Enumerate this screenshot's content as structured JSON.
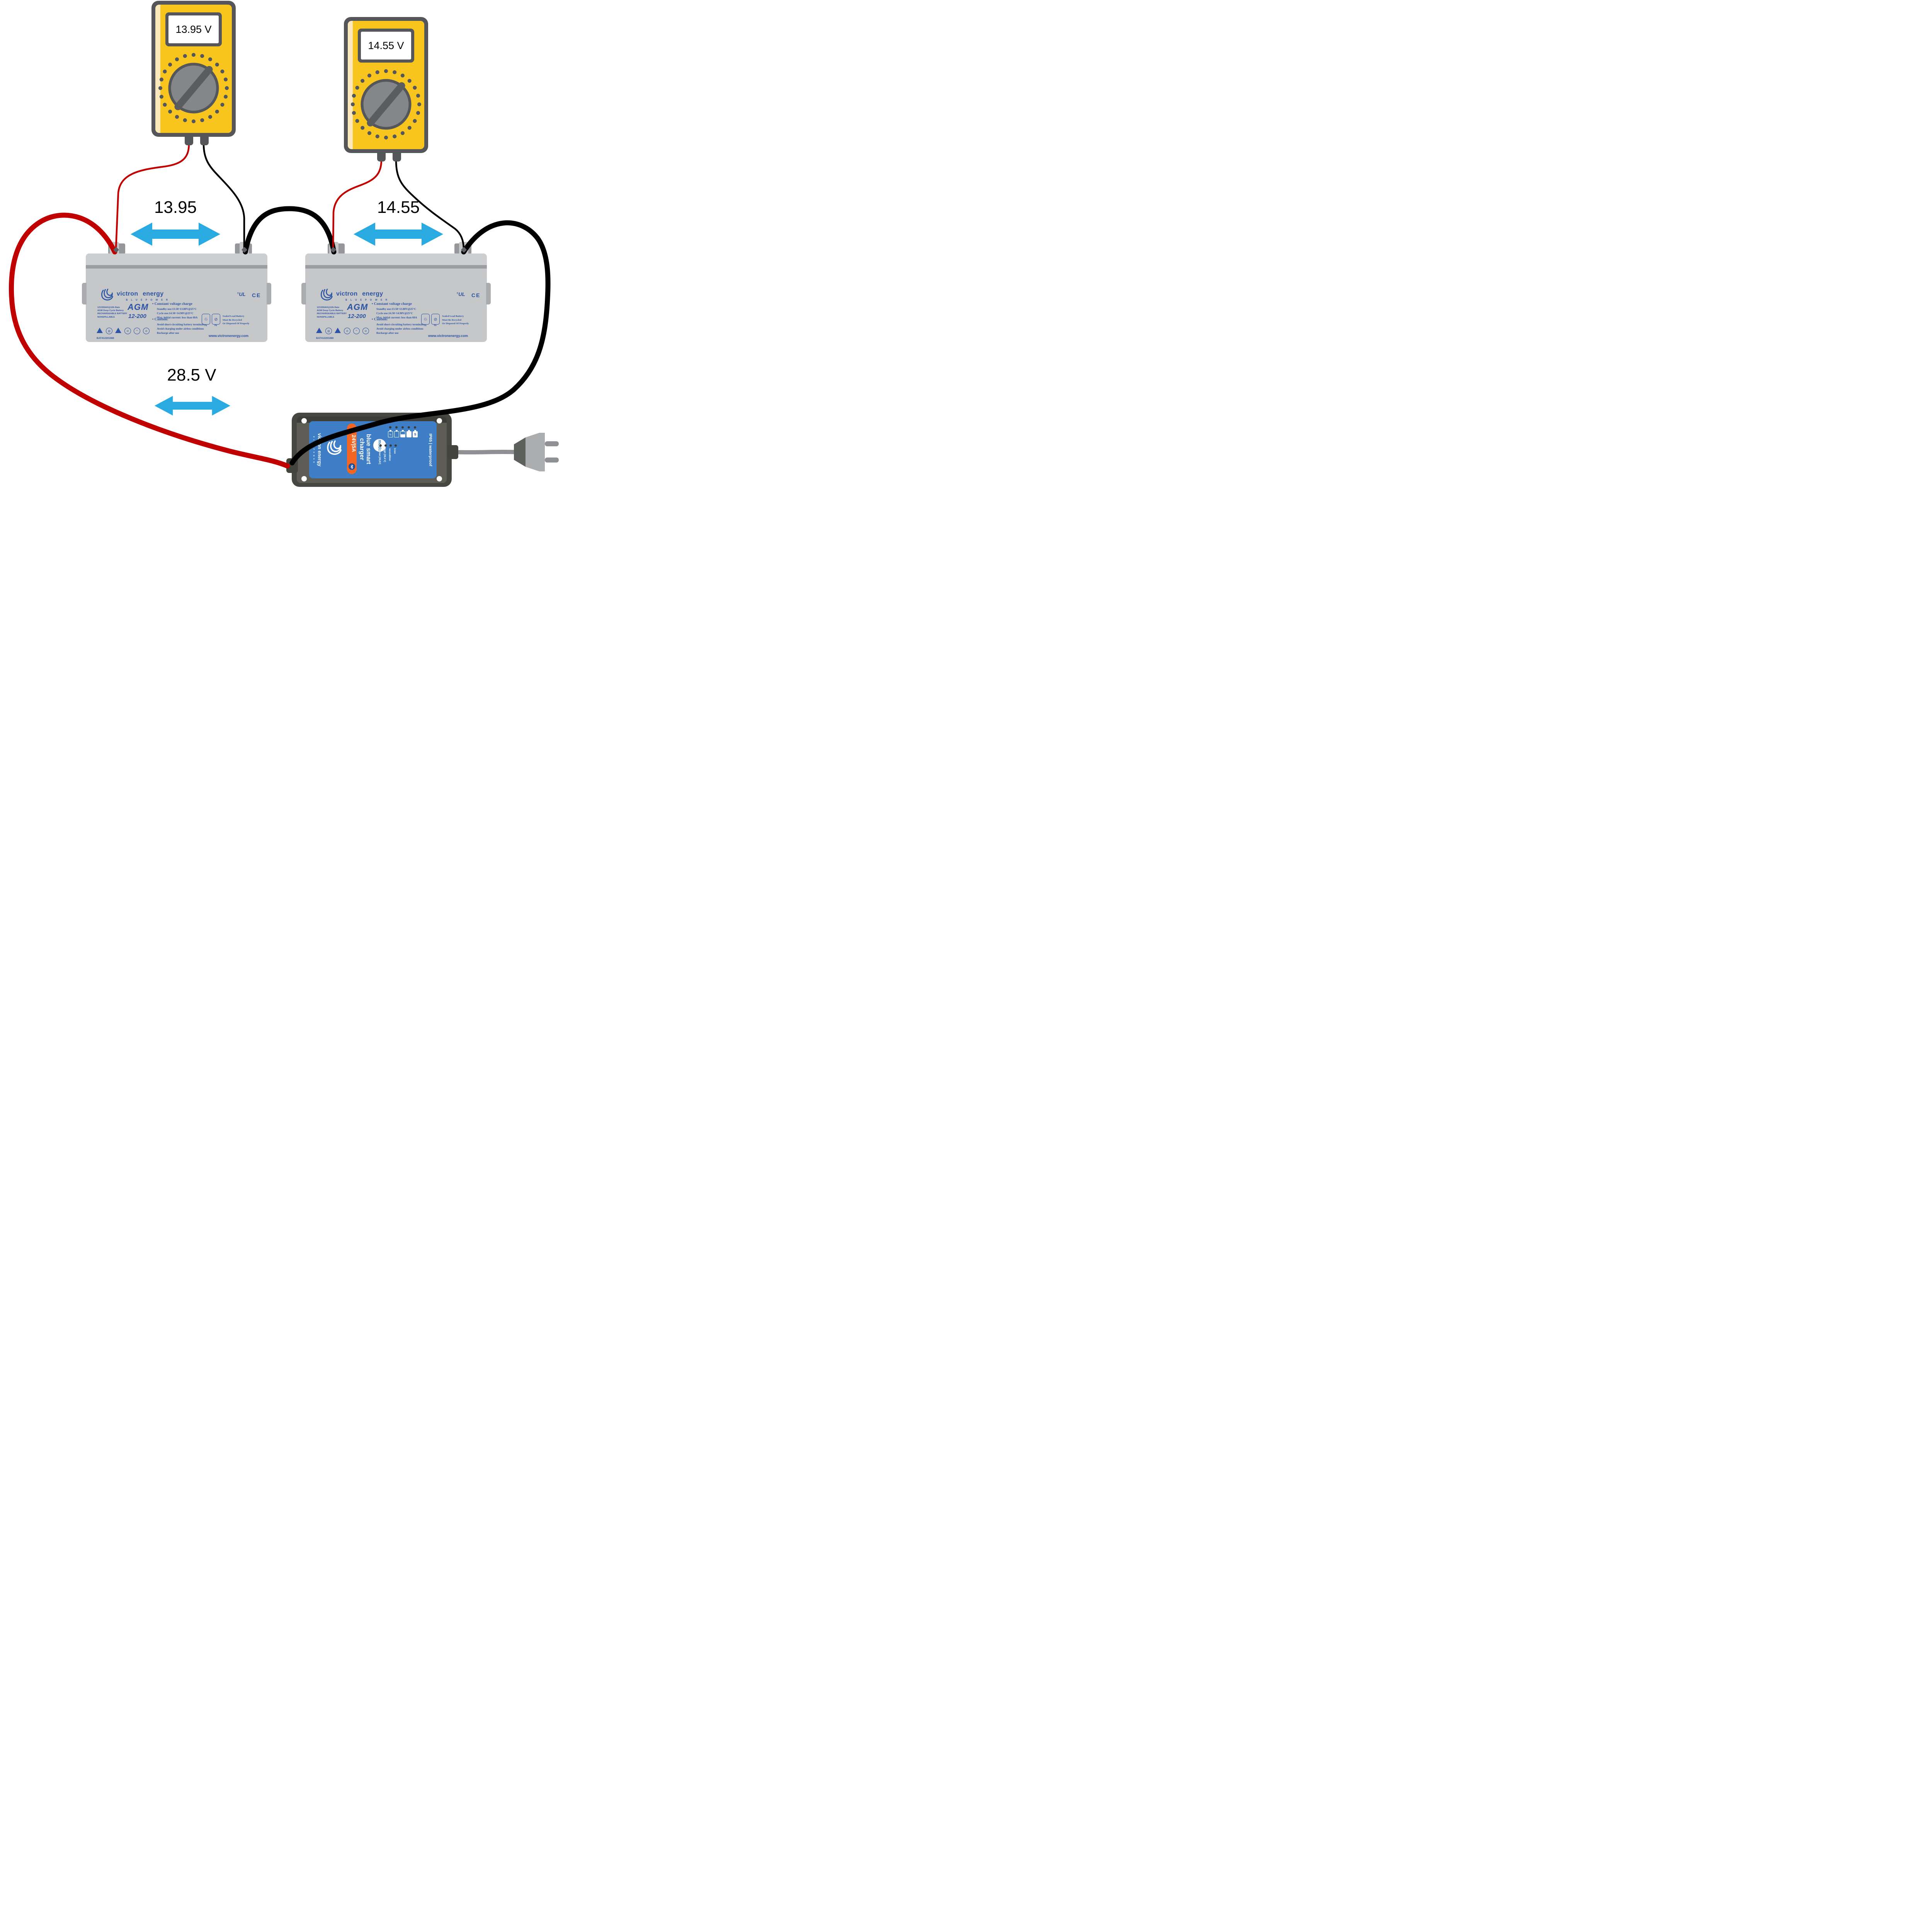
{
  "colors": {
    "accent_arrow": "#29ABE2",
    "wire_red": "#C00000",
    "wire_black": "#000000",
    "victron_blue": "#2B54A5",
    "charger_label_blue": "#3D7EC6",
    "charger_orange": "#F26522",
    "meter_yellow": "#F7C51D",
    "charger_body": "#474742"
  },
  "meters": [
    {
      "display": "13.95 V"
    },
    {
      "display": "14.55 V"
    }
  ],
  "annotations": {
    "battery1_voltage": "13.95",
    "battery2_voltage": "14.55",
    "total_voltage": "28.5 V"
  },
  "battery_label": {
    "brand": "victron energy",
    "subbrand": "B L U E   P O W E R",
    "specs": [
      "12V200AH@10h Rate",
      "AGM Deep Cycle Battery",
      "RECHARGEABLE BATTERY",
      "NONSPILLABLE"
    ],
    "model": "AGM",
    "model_number": "12-200",
    "cv_title": "Constant voltage charge",
    "cv_bullet": "•",
    "cv_lines": [
      "Standby use:13.50~13.80V@25°C",
      "Cycle    use:14.50~14.90V@25°C",
      "Max. initial current: less than 60A"
    ],
    "caution_title": "Caution:",
    "caution_lines": [
      "Avoid short-circuiting battery terminals",
      "Avoid charging under airless conditions",
      "Recharge  after use"
    ],
    "recycle_note": [
      "Sealed Lead Battery",
      "Must Be Recycled",
      "Or Disposed Of Properly"
    ],
    "pb": "Pb",
    "ul_mark": "UL",
    "ce_mark": "CE",
    "warning_icons": [
      "explosion-warning",
      "read-manual",
      "acid-warning",
      "no-smoking",
      "wear-goggles",
      "keep-children-away"
    ],
    "website": "www.victronenergy.com",
    "part_number": "BAT412201080"
  },
  "charger": {
    "brand": "victron energy",
    "subbrand": "B L U E   P O W E R",
    "rating": "24V|5A",
    "product_line1": "blue smart",
    "product_line2": "charger",
    "mode_button": "mode",
    "stage_icons": [
      "trickle",
      "bulk",
      "absorption",
      "float",
      "storage"
    ],
    "storage_letter": "S",
    "mode_labels": [
      "normal [28,8V]",
      "high [29,4 V]",
      "recondition",
      "li-ion"
    ],
    "badge": "IP65 | waterproof"
  }
}
